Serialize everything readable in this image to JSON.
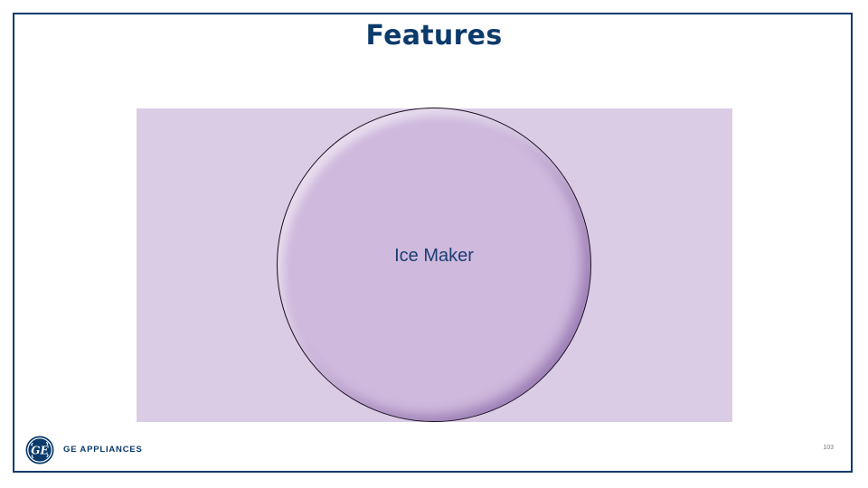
{
  "slide": {
    "title": "Features",
    "feature_label": "Ice Maker",
    "page_number": "103"
  },
  "footer": {
    "brand_name": "GE APPLIANCES",
    "logo_icon": "ge-monogram-icon"
  },
  "colors": {
    "brand_navy": "#0b3a6b",
    "panel_lavender": "#dbcce6",
    "circle_purple": "#cfb9dd"
  }
}
